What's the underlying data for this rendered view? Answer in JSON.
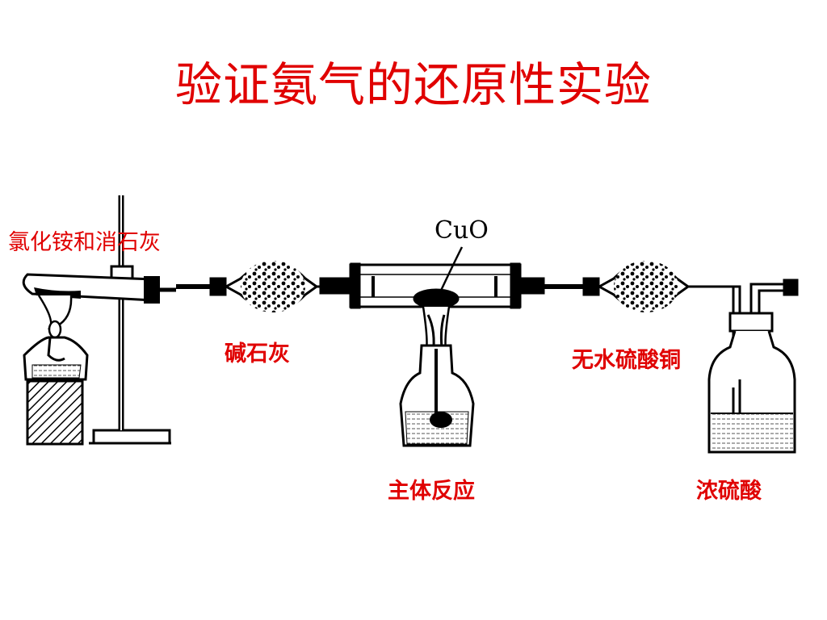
{
  "title": "验证氨气的还原性实验",
  "labels": {
    "reactant": "氯化铵和消石灰",
    "drying_tube_1": "碱石灰",
    "main_reaction": "主体反应",
    "drying_tube_2": "无水硫酸铜",
    "gas_bottle": "浓硫酸",
    "cuo": "CuO"
  }
}
